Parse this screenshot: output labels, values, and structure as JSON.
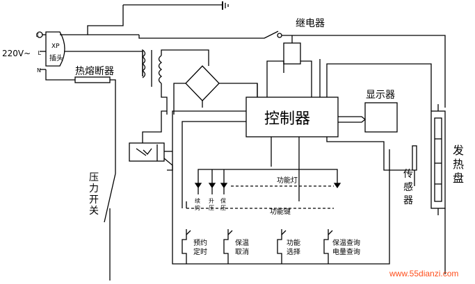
{
  "source": {
    "voltage": "220V~",
    "pin_e": "E",
    "pin_l": "L",
    "pin_n": "N",
    "plug_line1": "XP",
    "plug_line2": "插头"
  },
  "thermal_fuse": "热熔断器",
  "relay": "继电器",
  "display": "显示器",
  "controller": "控制器",
  "pressure_switch": [
    "压",
    "力",
    "开",
    "关"
  ],
  "sensor": [
    "传",
    "感",
    "器"
  ],
  "heating_plate": [
    "发",
    "热",
    "盘"
  ],
  "indicator_lights": "功能灯",
  "function_keys": "功能键",
  "key_groups": [
    {
      "top": "续",
      "bottom": "约"
    },
    {
      "top": "升",
      "bottom": "压"
    },
    {
      "top": "保",
      "bottom": "压"
    }
  ],
  "buttons": [
    {
      "line1": "预约",
      "line2": "定时"
    },
    {
      "line1": "保温",
      "line2": "取消"
    },
    {
      "line1": "功能",
      "line2": "选择"
    },
    {
      "line1": "保温查询",
      "line2": "电量查询"
    }
  ],
  "watermark": "www.55dianzi.com",
  "colors": {
    "line": "#000000",
    "watermark": "#ff4d1a"
  }
}
